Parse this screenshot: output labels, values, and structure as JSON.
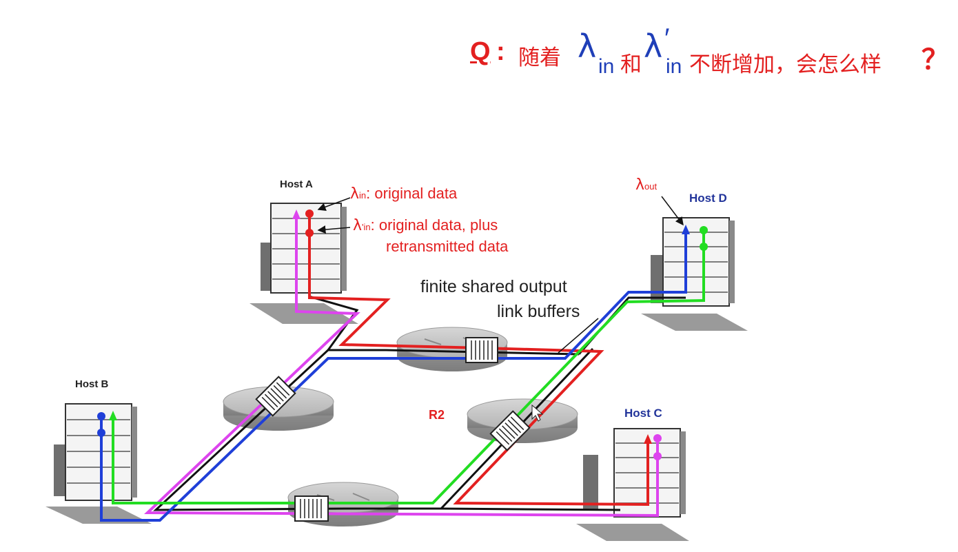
{
  "question": {
    "label": "Q",
    "colon": ":",
    "text_before": "随着",
    "lambda": "λ",
    "sub_in": "in",
    "text_and": "和",
    "prime": "′",
    "text_after": "不断增加，会怎么样",
    "question_mark": "？"
  },
  "hosts": {
    "a": "Host A",
    "b": "Host B",
    "c": "Host C",
    "d": "Host D"
  },
  "annotations": {
    "lambda": "λ",
    "sub_in": "in",
    "sub_out": "out",
    "prime": "'",
    "original_data": ": original data",
    "original_plus_line1": ": original data, plus",
    "original_plus_line2": "retransmitted data",
    "buffers_line1": "finite shared output",
    "buffers_line2": "link buffers",
    "router_label": "R2"
  },
  "colors": {
    "red": "#e32020",
    "blue": "#1f3fd8",
    "green": "#22dd22",
    "magenta": "#dd44ee",
    "black": "#111111"
  }
}
